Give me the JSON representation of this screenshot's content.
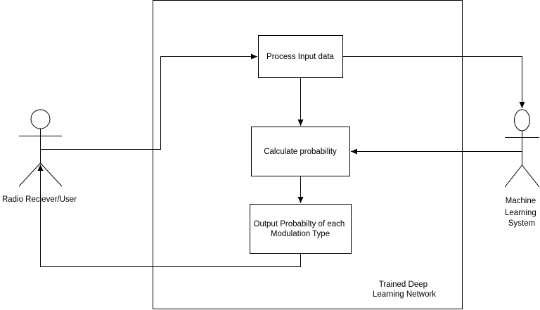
{
  "diagram": {
    "container_label": [
      "Trained Deep",
      "Learning Network"
    ],
    "boxes": {
      "process_input": "Process Input data",
      "calculate_probability": "Calculate probability",
      "output_probability": [
        "Output Probabilty of each",
        "Modulation Type"
      ]
    },
    "actors": {
      "radio_receiver": "Radio Reciever/User",
      "ml_system": [
        "Machine",
        "Learning",
        "System"
      ]
    }
  },
  "colors": {
    "stroke": "#000000",
    "fill": "#ffffff",
    "text": "#000000"
  }
}
